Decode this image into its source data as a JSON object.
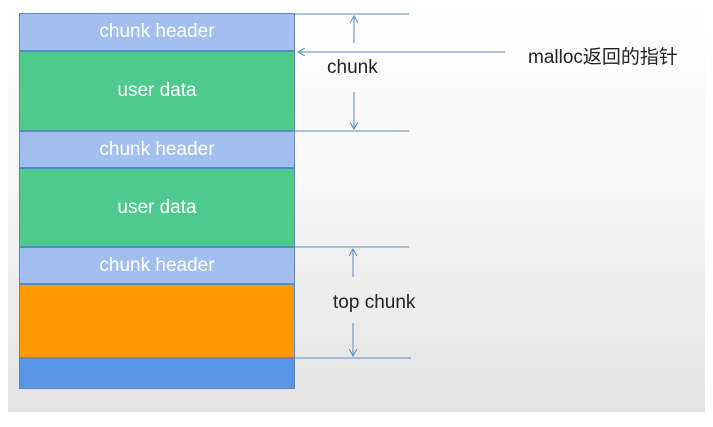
{
  "blocks": [
    {
      "kind": "header",
      "label": "chunk header"
    },
    {
      "kind": "userdata",
      "label": "user data"
    },
    {
      "kind": "header",
      "label": "chunk header"
    },
    {
      "kind": "userdata",
      "label": "user data"
    },
    {
      "kind": "header",
      "label": "chunk header"
    },
    {
      "kind": "topchunk",
      "label": ""
    },
    {
      "kind": "bottom",
      "label": ""
    }
  ],
  "annotations": {
    "chunk_label": "chunk",
    "malloc_pointer_label": "malloc返回的指针",
    "top_chunk_label": "top chunk"
  },
  "colors": {
    "header": "#a3bff0",
    "user_data": "#4fca8e",
    "top_chunk": "#fe9a00",
    "bottom": "#5b95e5",
    "lines": "#5b89c4"
  }
}
